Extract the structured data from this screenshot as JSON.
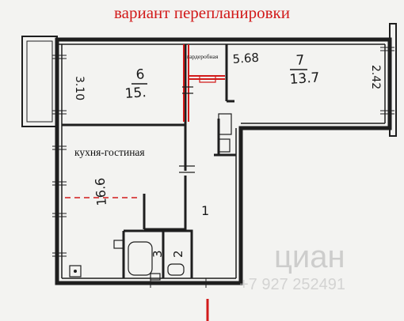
{
  "title": "вариант перепланировки",
  "rooms": {
    "room6": {
      "number": "6",
      "area": "15."
    },
    "room7": {
      "number": "7",
      "area": "13.7"
    },
    "kitchen_living": {
      "label": "кухня-гостиная",
      "area": "16.6"
    },
    "room1": {
      "number": "1"
    },
    "room2": {
      "number": "2"
    },
    "room3": {
      "number": "3"
    },
    "wardrobe": {
      "label": "гардеробная",
      "area": "5.68"
    }
  },
  "dimensions": {
    "left_balcony": "3.10",
    "right_balcony": "2.42"
  },
  "watermark": {
    "brand": "циан",
    "phone": "+7 927 252491"
  },
  "colors": {
    "walls": "#1e1e1e",
    "accent": "#d21a1a",
    "background": "#f3f3f1"
  }
}
